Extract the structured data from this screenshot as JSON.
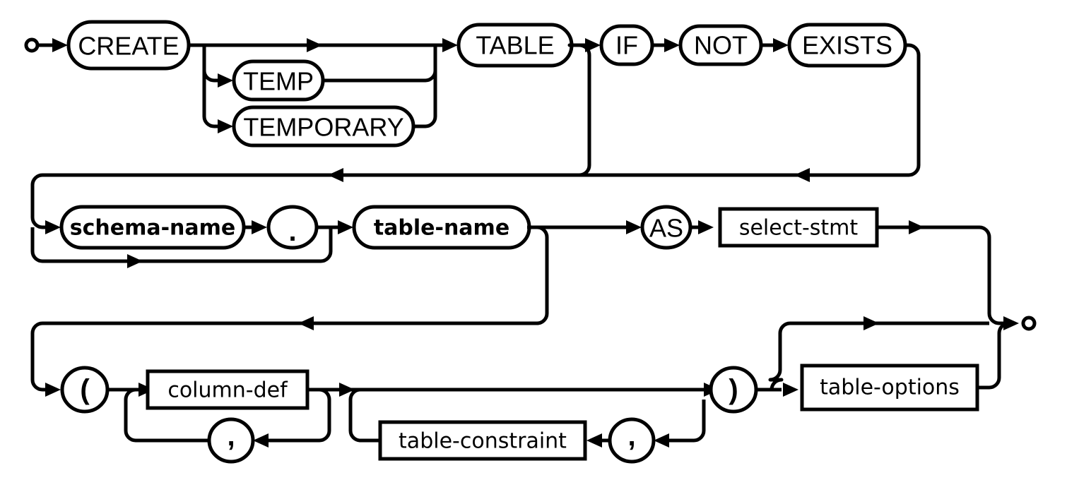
{
  "diagram": {
    "title": "CREATE TABLE statement railroad diagram",
    "type": "railroad-syntax-diagram",
    "stroke_color": "#000000",
    "background_color": "#ffffff",
    "start_marker": "circle",
    "end_marker": "circle",
    "rows": [
      {
        "id": "row-1",
        "nodes": [
          {
            "id": "create",
            "label": "CREATE",
            "kind": "terminal"
          },
          {
            "id": "temp",
            "label": "TEMP",
            "kind": "terminal"
          },
          {
            "id": "temporary",
            "label": "TEMPORARY",
            "kind": "terminal"
          },
          {
            "id": "table",
            "label": "TABLE",
            "kind": "terminal"
          },
          {
            "id": "if",
            "label": "IF",
            "kind": "terminal"
          },
          {
            "id": "not",
            "label": "NOT",
            "kind": "terminal"
          },
          {
            "id": "exists",
            "label": "EXISTS",
            "kind": "terminal"
          }
        ]
      },
      {
        "id": "row-2",
        "nodes": [
          {
            "id": "schema-name",
            "label": "schema-name",
            "kind": "nonterminal-pill"
          },
          {
            "id": "dot",
            "label": ".",
            "kind": "terminal-symbol"
          },
          {
            "id": "table-name",
            "label": "table-name",
            "kind": "nonterminal-pill"
          },
          {
            "id": "as",
            "label": "AS",
            "kind": "terminal"
          },
          {
            "id": "select-stmt",
            "label": "select-stmt",
            "kind": "nonterminal-box"
          }
        ]
      },
      {
        "id": "row-3",
        "nodes": [
          {
            "id": "lparen",
            "label": "(",
            "kind": "terminal-symbol"
          },
          {
            "id": "column-def",
            "label": "column-def",
            "kind": "nonterminal-box"
          },
          {
            "id": "comma-1",
            "label": ",",
            "kind": "terminal-symbol"
          },
          {
            "id": "table-constraint",
            "label": "table-constraint",
            "kind": "nonterminal-box"
          },
          {
            "id": "comma-2",
            "label": ",",
            "kind": "terminal-symbol"
          },
          {
            "id": "rparen",
            "label": ")",
            "kind": "terminal-symbol"
          },
          {
            "id": "table-options",
            "label": "table-options",
            "kind": "nonterminal-box"
          }
        ]
      }
    ],
    "labels": {
      "create": "CREATE",
      "temp": "TEMP",
      "temporary": "TEMPORARY",
      "table": "TABLE",
      "if": "IF",
      "not": "NOT",
      "exists": "EXISTS",
      "schema_name": "schema-name",
      "dot": ".",
      "table_name": "table-name",
      "as": "AS",
      "select_stmt": "select-stmt",
      "lparen": "(",
      "rparen": ")",
      "column_def": "column-def",
      "comma_1": ",",
      "table_constraint": "table-constraint",
      "comma_2": ",",
      "table_options": "table-options"
    }
  }
}
